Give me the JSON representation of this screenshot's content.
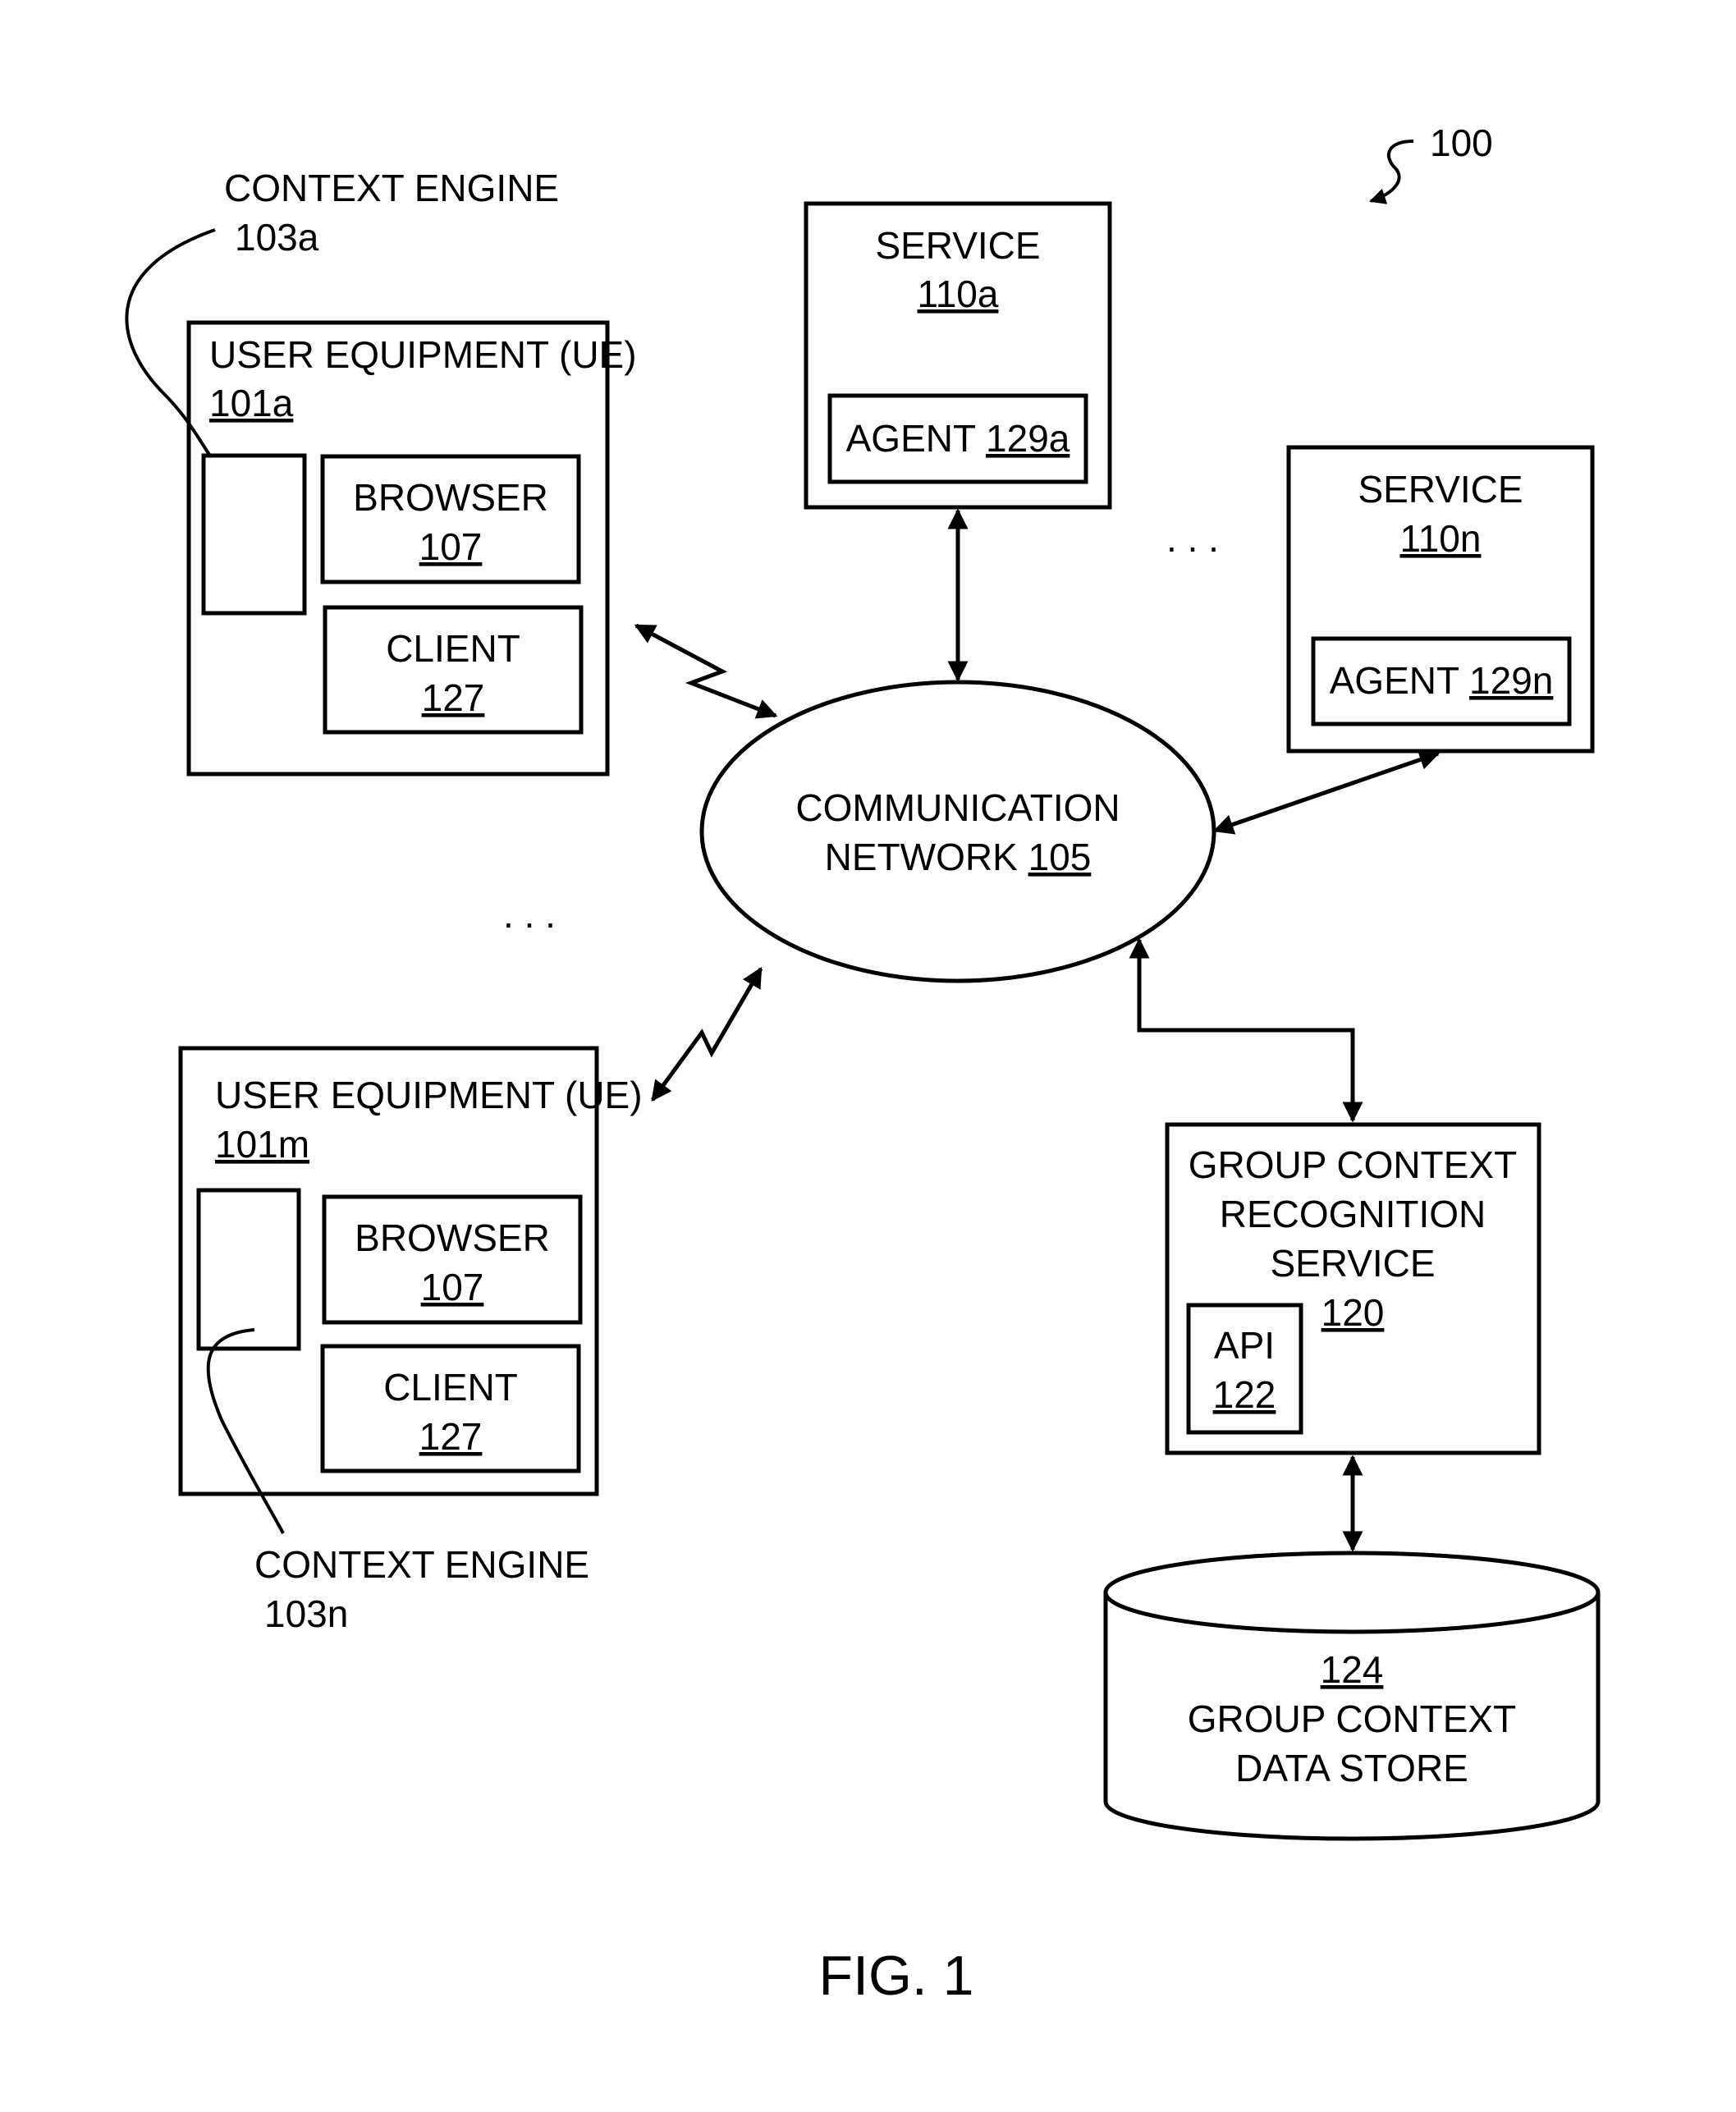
{
  "figure": {
    "ref_number": "100",
    "caption": "FIG. 1"
  },
  "ue_a": {
    "title": "USER EQUIPMENT (UE)",
    "ref": "101a",
    "browser": {
      "label": "BROWSER",
      "ref": "107"
    },
    "client": {
      "label": "CLIENT",
      "ref": "127"
    },
    "context_engine": {
      "label": "CONTEXT ENGINE",
      "ref": "103a"
    }
  },
  "ue_m": {
    "title": "USER EQUIPMENT (UE)",
    "ref": "101m",
    "browser": {
      "label": "BROWSER",
      "ref": "107"
    },
    "client": {
      "label": "CLIENT",
      "ref": "127"
    },
    "context_engine": {
      "label": "CONTEXT ENGINE",
      "ref": "103n"
    }
  },
  "service_a": {
    "label": "SERVICE",
    "ref": "110a",
    "agent": {
      "label": "AGENT ",
      "ref": "129a"
    }
  },
  "service_n": {
    "label": "SERVICE",
    "ref": "110n",
    "agent": {
      "label": "AGENT ",
      "ref": "129n"
    }
  },
  "network": {
    "line1": "COMMUNICATION",
    "line2": "NETWORK ",
    "ref": "105"
  },
  "gcrs": {
    "line1": "GROUP CONTEXT",
    "line2": "RECOGNITION",
    "line3": "SERVICE",
    "ref": "120",
    "api": {
      "label": "API",
      "ref": "122"
    }
  },
  "data_store": {
    "ref": "124",
    "line1": "GROUP CONTEXT",
    "line2": "DATA STORE"
  },
  "ellipsis": {
    "services": ". . .",
    "ues": ". . ."
  }
}
